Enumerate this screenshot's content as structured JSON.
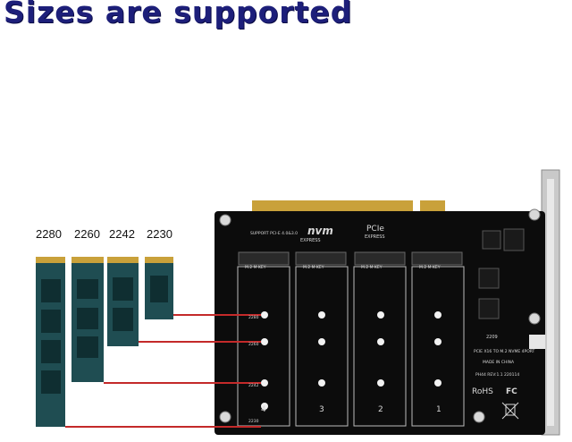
{
  "headline": "Sizes are supported",
  "ssd_sizes": [
    {
      "label": "2280"
    },
    {
      "label": "2260"
    },
    {
      "label": "2242"
    },
    {
      "label": "2230"
    }
  ],
  "board": {
    "brand_line1": "nvm",
    "brand_line2": "EXPRESS",
    "pcie_line1": "PCIe",
    "pcie_line2": "EXPRESS",
    "support_text": "SUPPORT PCI-E 4.0&3.0",
    "model_text": "PCIE X16 TO M.2 NVME 4PORT",
    "made_in": "MADE IN CHINA",
    "rev_text": "PH44 REV:1.1 220114",
    "date_code": "2209",
    "slot_header": "M.2 M KEY",
    "cert_rohs": "RoHS",
    "cert_fc": "FC",
    "slot_numbers": [
      "4",
      "3",
      "2",
      "1"
    ],
    "hole_marks": [
      "2280",
      "2260",
      "2242",
      "2230"
    ]
  },
  "colors": {
    "headline": "#1d1f7a",
    "pcb": "#0c0c0c",
    "ssd": "#1f4d52",
    "gold": "#c9a13a",
    "indicator_line": "#c42a2a"
  }
}
